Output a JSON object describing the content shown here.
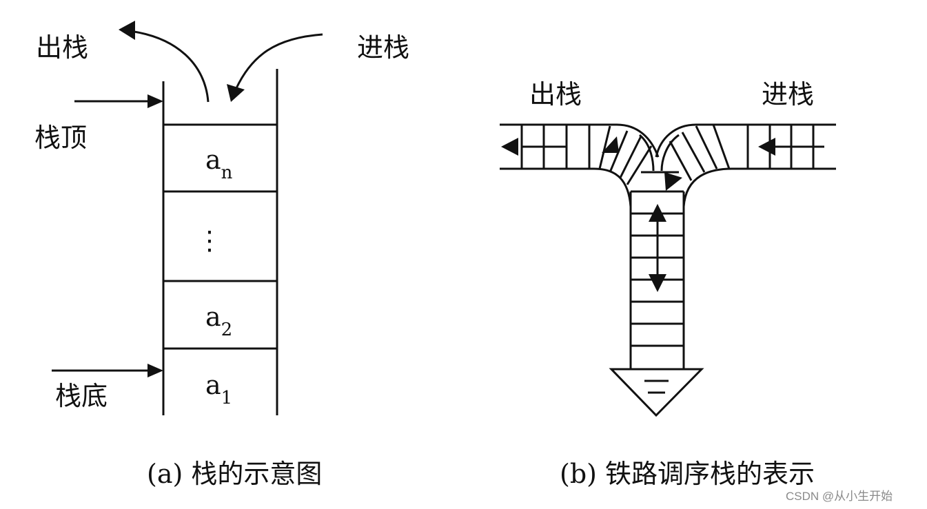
{
  "diagram_a": {
    "label_pop": "出栈",
    "label_push": "进栈",
    "label_top": "栈顶",
    "label_bottom": "栈底",
    "cell_top": {
      "base": "a",
      "sub": "n"
    },
    "cell_mid": "⋮",
    "cell_second": {
      "base": "a",
      "sub": "2"
    },
    "cell_first": {
      "base": "a",
      "sub": "1"
    },
    "caption": "(a) 栈的示意图"
  },
  "diagram_b": {
    "label_pop": "出栈",
    "label_push": "进栈",
    "caption": "(b) 铁路调序栈的表示"
  },
  "watermark": "CSDN @从小生开始"
}
